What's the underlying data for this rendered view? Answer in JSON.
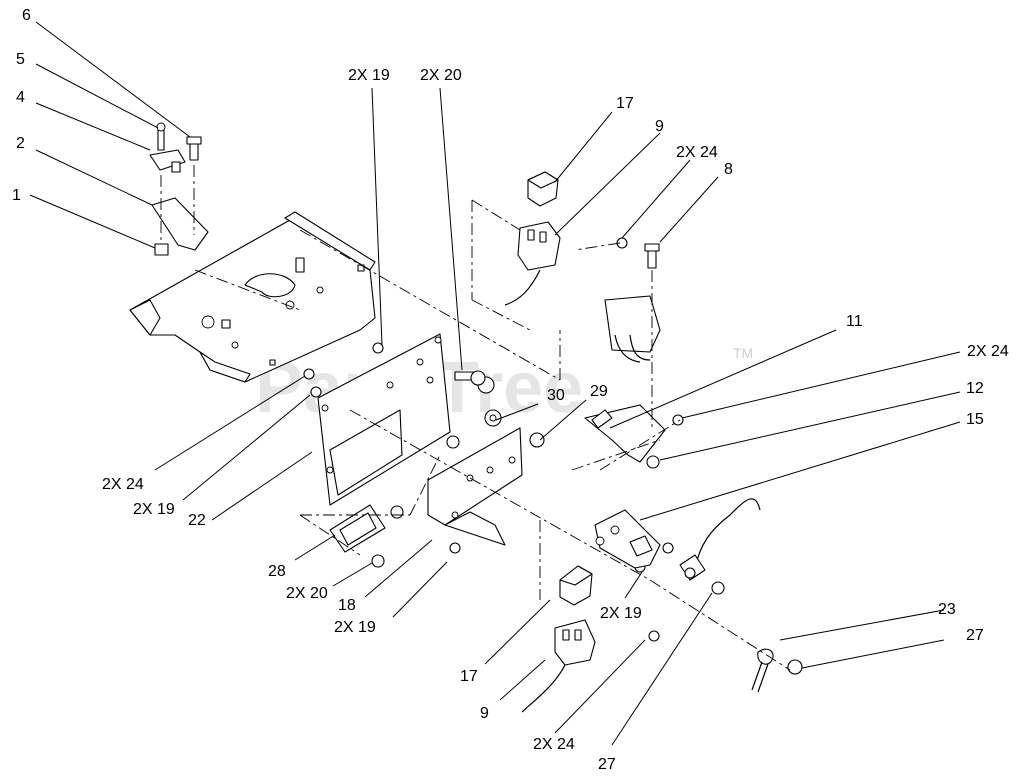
{
  "watermark": {
    "text": "PartsTree",
    "trademark": "TM"
  },
  "callouts": {
    "c6": "6",
    "c5": "5",
    "c4": "4",
    "c2": "2",
    "c1": "1",
    "c2x19_top": "2X 19",
    "c2x20_top": "2X 20",
    "c17_top": "17",
    "c9_top": "9",
    "c2x24_top": "2X 24",
    "c8": "8",
    "c11": "11",
    "c2x24_right": "2X 24",
    "c12": "12",
    "c15": "15",
    "c30": "30",
    "c29": "29",
    "c2x24_left": "2X 24",
    "c2x19_left": "2X 19",
    "c22": "22",
    "c28": "28",
    "c2x20_bottom": "2X 20",
    "c18": "18",
    "c2x19_bottom": "2X 19",
    "c2x19_mid": "2X 19",
    "c17_bottom": "17",
    "c9_bottom": "9",
    "c2x24_bottom": "2X 24",
    "c27_bottom": "27",
    "c23": "23",
    "c27_right": "27"
  }
}
